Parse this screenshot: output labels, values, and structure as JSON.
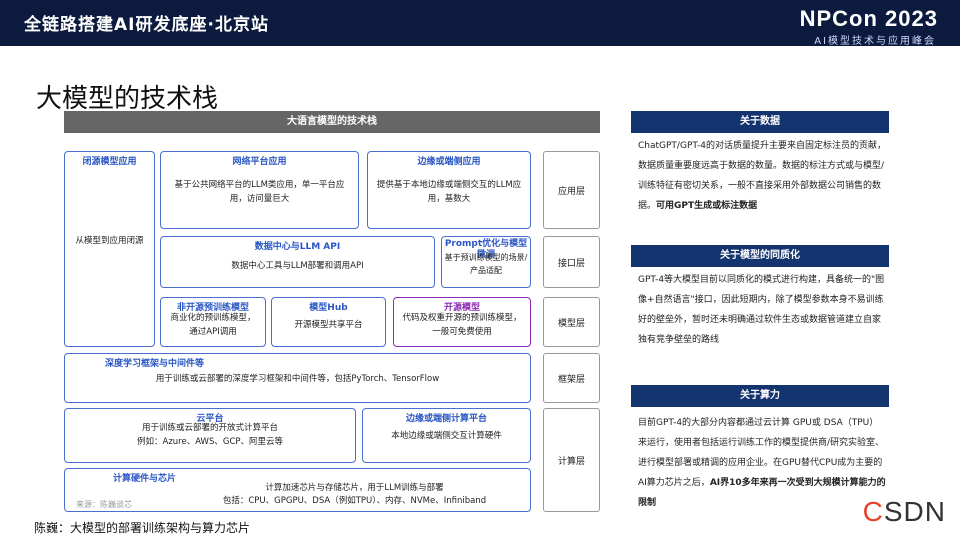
{
  "header": {
    "event": "全链路搭建AI研发底座·北京站",
    "brand": "NPCon 2023",
    "brand_sub": "AI模型技术与应用峰会"
  },
  "page_title": "大模型的技术栈",
  "stack": {
    "header": "大语言模型的技术栈",
    "closed_app": {
      "title": "闭源模型应用",
      "text": "从模型到应用闭源"
    },
    "web_app": {
      "title": "网络平台应用",
      "text": "基于公共网络平台的LLM类应用，单一平台应用，访问量巨大"
    },
    "edge_app": {
      "title": "边缘或端侧应用",
      "text": "提供基于本地边缘或端侧交互的LLM应用，基数大"
    },
    "dc_api": {
      "title": "数据中心与LLM API",
      "text": "数据中心工具与LLM部署和调用API"
    },
    "prompt": {
      "title": "Prompt优化与模型微调",
      "text": "基于预训练模型的场景/产品适配"
    },
    "nonopen_model": {
      "title": "非开源预训练模型",
      "text": "商业化的预训练模型，通过API调用"
    },
    "model_hub": {
      "title": "模型Hub",
      "text": "开源模型共享平台"
    },
    "open_model": {
      "title": "开源模型",
      "text": "代码及权重开源的预训练模型，一般可免费使用"
    },
    "framework": {
      "title": "深度学习框架与中间件等",
      "text": "用于训练或云部署的深度学习框架和中间件等，包括PyTorch、TensorFlow"
    },
    "cloud": {
      "title": "云平台",
      "text1": "用于训练或云部署的开放式计算平台",
      "text2": "例如：Azure、AWS、GCP、阿里云等"
    },
    "edge_compute": {
      "title": "边缘或端侧计算平台",
      "text": "本地边缘或端侧交互计算硬件"
    },
    "hardware": {
      "title": "计算硬件与芯片",
      "text1": "计算加速芯片与存储芯片，用于LLM训练与部署",
      "text2": "包括：CPU、GPGPU、DSA（例如TPU）、内存、NVMe、Infiniband"
    },
    "layers": [
      "应用层",
      "接口层",
      "模型层",
      "框架层",
      "计算层"
    ]
  },
  "side": {
    "data": {
      "title": "关于数据",
      "text": "ChatGPT/GPT-4的对话质量提升主要来自固定标注员的贡献，数据质量重要度远高于数据的数量。数据的标注方式或与模型/训练特征有密切关系，一般不直接采用外部数据公司销售的数据。",
      "bold": "可用GPT生成或标注数据"
    },
    "homog": {
      "title": "关于模型的同质化",
      "text": "GPT-4等大模型目前以同质化的模式进行构建，具备统一的\"图像+自然语言\"接口，因此短期内，除了模型参数本身不易训练好的壁垒外，暂时还未明确通过软件生态或数据管道建立自家独有竞争壁垒的路线"
    },
    "compute": {
      "title": "关于算力",
      "text": "目前GPT-4的大部分内容都通过云计算 GPU或 DSA（TPU）来运行，使用者包括运行训练工作的模型提供商/研究实验室、进行模型部署或精调的应用企业。在GPU替代CPU成为主要的AI算力芯片之后，",
      "bold": "AI界10多年来再一次受到大规模计算能力的限制"
    }
  },
  "source": "来源：陈巍谈芯",
  "caption": "陈巍：大模型的部署训练架构与算力芯片",
  "logo": "CSDN"
}
